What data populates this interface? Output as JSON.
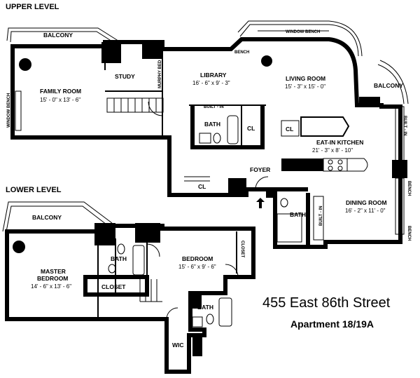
{
  "levels": {
    "upper": "UPPER LEVEL",
    "lower": "LOWER LEVEL"
  },
  "address": {
    "street": "455 East 86th Street",
    "apartment": "Apartment 18/19A"
  },
  "upper_rooms": {
    "balcony_left": "BALCONY",
    "family_name": "FAMILY ROOM",
    "family_dim": "15' - 0\" x 13' - 6\"",
    "study": "STUDY",
    "murphy": "MURPHY BED",
    "library_name": "LIBRARY",
    "library_dim": "16' - 6\" x 9' - 3\"",
    "living_name": "LIVING ROOM",
    "living_dim": "15' - 3\" x 15' - 0\"",
    "balcony_right": "BALCONY",
    "window_bench_top": "WINDOW BENCH",
    "window_bench_left": "WINDOW BENCH",
    "bench_top": "BENCH",
    "builtin_library": "BUILT - IN",
    "bath": "BATH",
    "cl_library": "CL",
    "cl_kitchen": "CL",
    "kitchen_name": "EAT-IN KITCHEN",
    "kitchen_dim": "21' - 3\" x 8' - 10\"",
    "foyer": "FOYER",
    "cl_foyer": "CL",
    "bath_foyer": "BATH",
    "builtin_dining_v": "BUILT - IN",
    "builtin_right": "BUILT - IN",
    "bench_right_1": "BENCH",
    "bench_right_2": "BENCH",
    "dining_name": "DINING ROOM",
    "dining_dim": "16' - 2\" x 11' - 0\""
  },
  "lower_rooms": {
    "balcony": "BALCONY",
    "master_name_1": "MASTER",
    "master_name_2": "BEDROOM",
    "master_dim": "14' - 6\" x 13' - 6\"",
    "bath_master": "BATH",
    "closet_master": "CLOSET",
    "bedroom_name": "BEDROOM",
    "bedroom_dim": "15' - 6\" x 9' - 6\"",
    "closet_bedroom": "CLOSET",
    "bath_lower": "BATH",
    "wic": "WIC"
  }
}
